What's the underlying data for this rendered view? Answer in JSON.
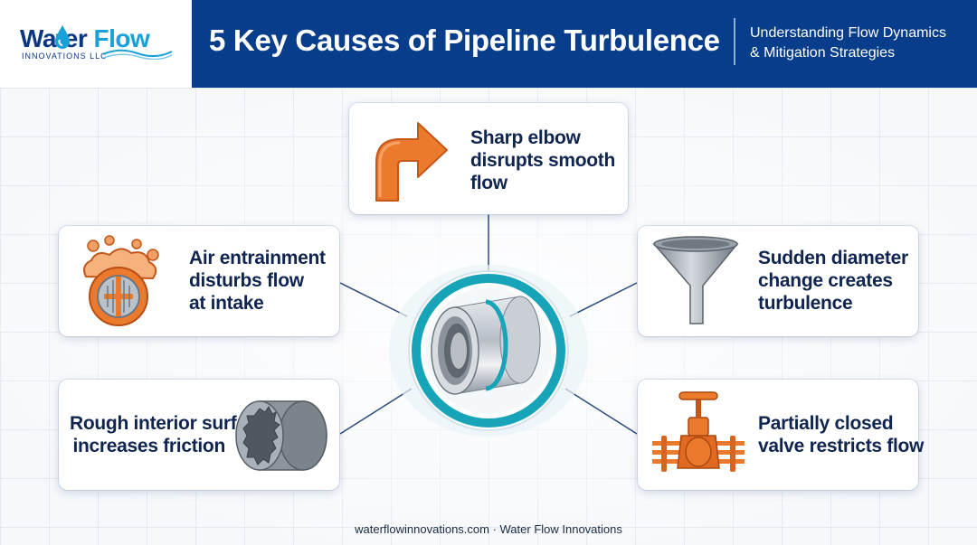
{
  "header": {
    "logo": {
      "word_part1": "Water",
      "word_part2": "Flow",
      "subline": "INNOVATIONS LLC"
    },
    "title": "5 Key Causes of Pipeline Turbulence",
    "subtitle_lines": [
      "Understanding Flow Dynamics",
      "& Mitigation Strategies"
    ]
  },
  "colors": {
    "header_bg": "#073d8a",
    "accent_teal": "#17a3b8",
    "icon_orange": "#e8742a",
    "text_dark": "#0f2550"
  },
  "center": {
    "icon": "pipe-coupling-icon"
  },
  "causes": [
    {
      "icon": "elbow-arrow-icon",
      "lines": [
        "Sharp elbow",
        "disrupts smooth",
        "flow"
      ]
    },
    {
      "icon": "air-bubbles-grate-icon",
      "lines": [
        "Air entrainment",
        "disturbs flow",
        "at intake"
      ]
    },
    {
      "icon": "funnel-icon",
      "lines": [
        "Sudden diameter",
        "change creates",
        "turbulence"
      ]
    },
    {
      "icon": "rough-pipe-icon",
      "lines": [
        "Rough interior surface",
        "increases friction"
      ]
    },
    {
      "icon": "gate-valve-icon",
      "lines": [
        "Partially closed",
        "valve restricts flow"
      ]
    }
  ],
  "footer": {
    "text": "waterflowinnovations.com · Water Flow Innovations"
  }
}
